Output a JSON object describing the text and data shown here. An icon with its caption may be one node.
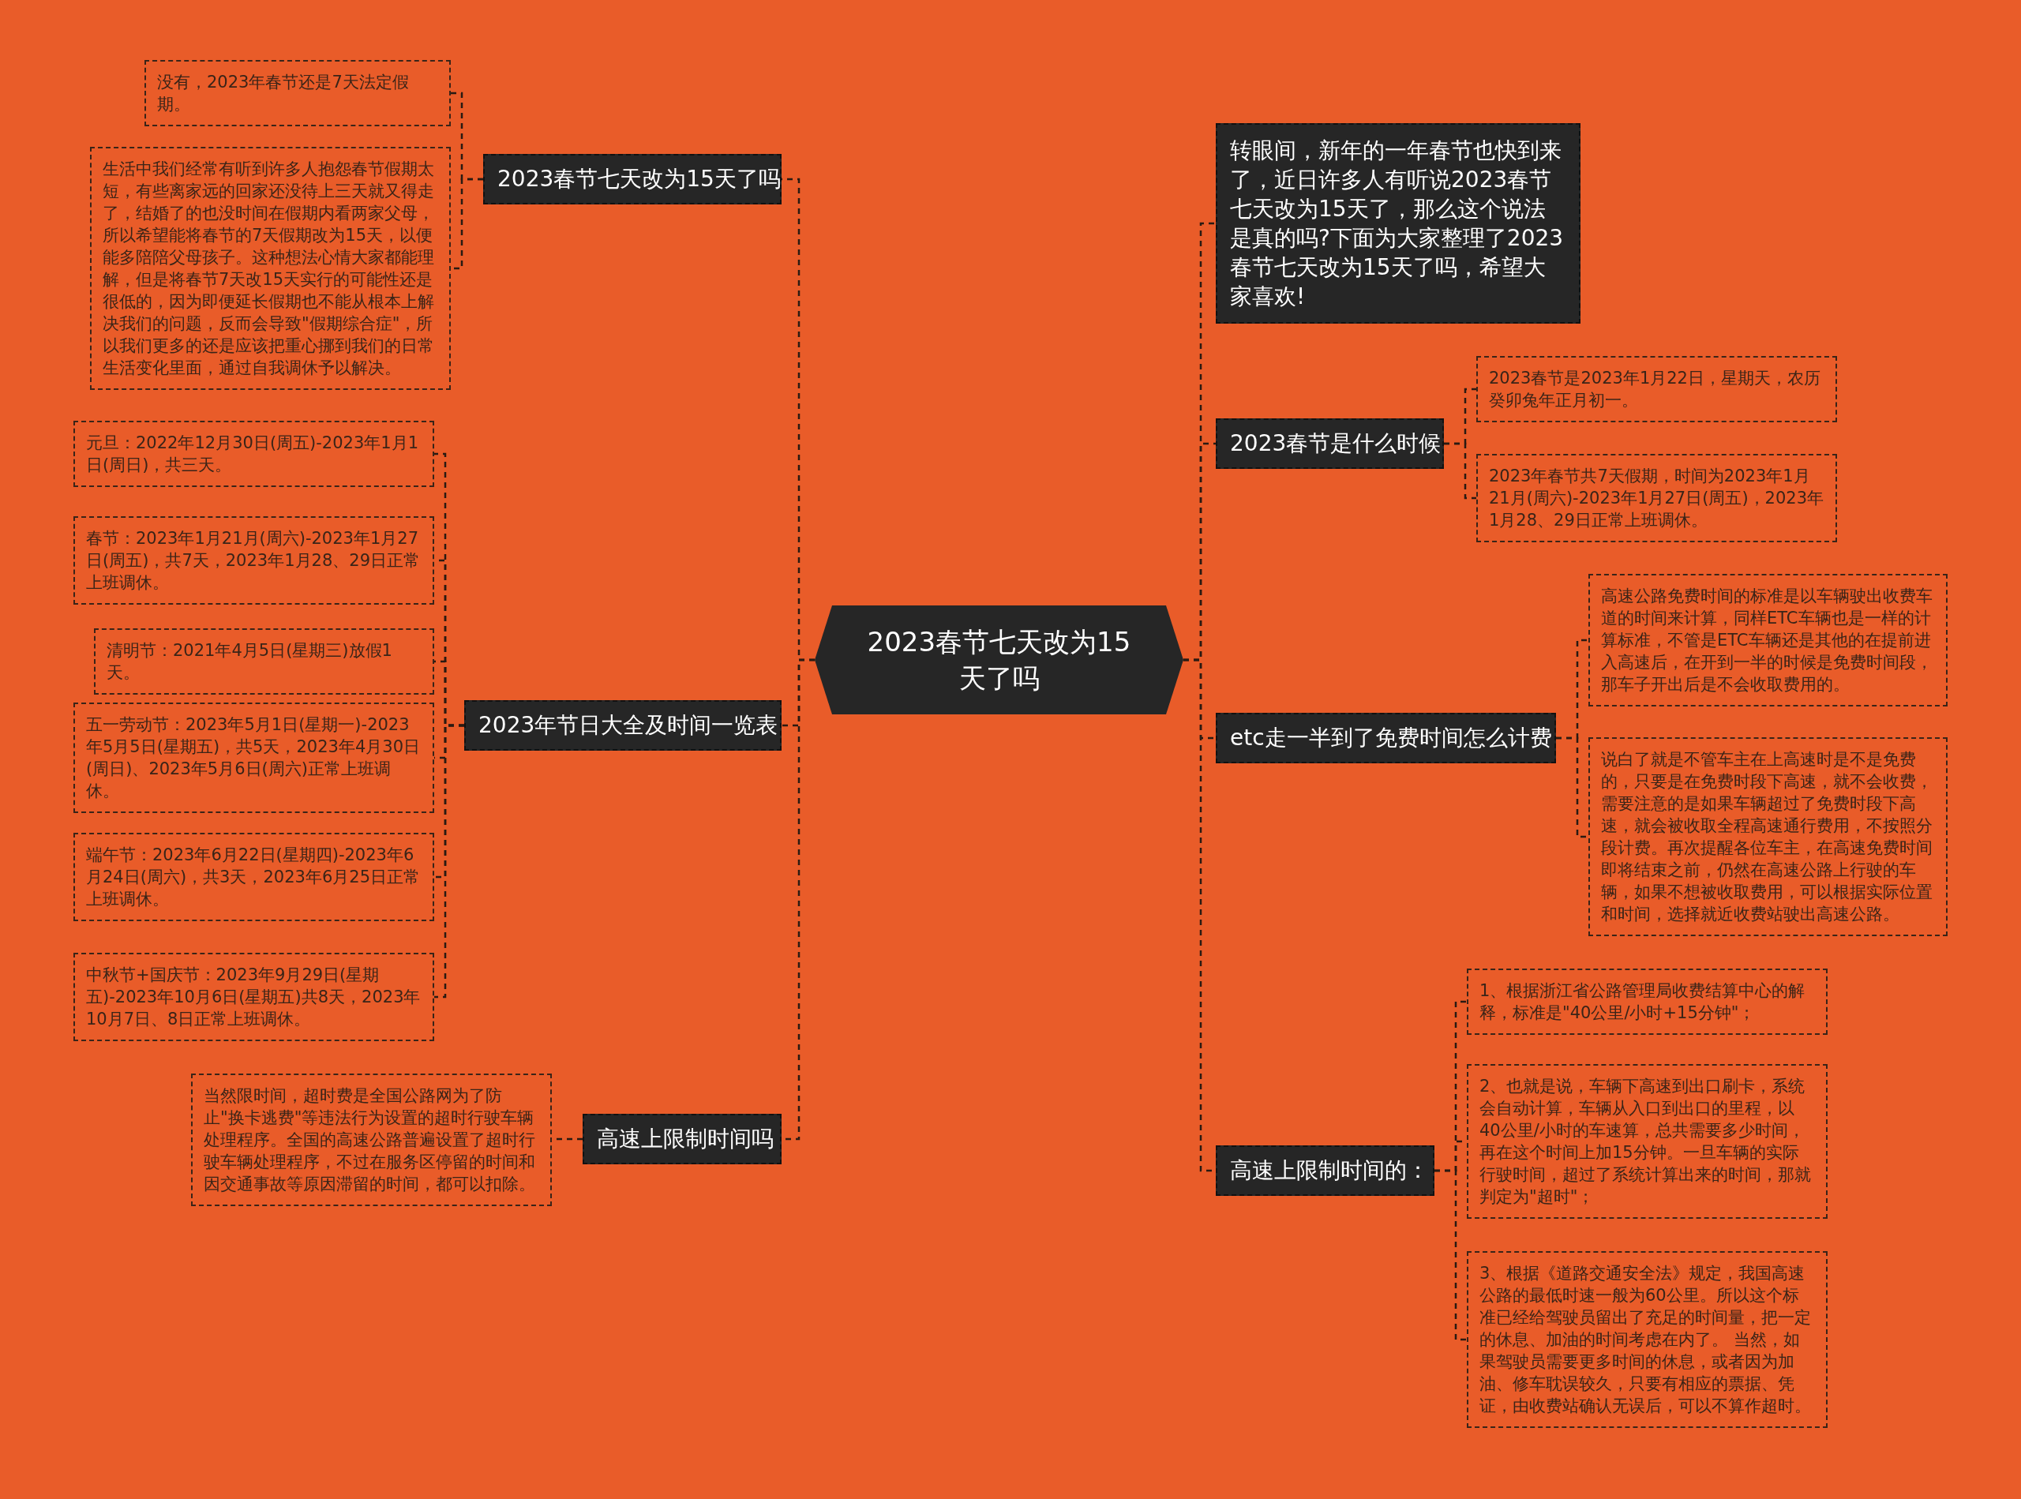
{
  "diagram": {
    "nodes": [
      {
        "text": [
          "2023春节七天改为15天了吗"
        ]
      },
      {
        "text": [
          "2023春节七天改为15天了吗"
        ]
      },
      {
        "text": [
          "没有，2023年春节还是7天法定假期。"
        ]
      },
      {
        "text": [
          "生活中我们经常有听到许多人抱怨春节假期太短，有些离家远的回家还没待上三天就又得走了，结婚了的也没时间在假期内看两家父母，所以希望能将春节的7天假期改为15天，以便能多陪陪父母孩子。这种想法心情大家都能理解，但是将春节7天改15天实行的可能性还是很低的，因为即便延长假期也不能从根本上解决我们的问题，反而会导致\"假期综合症\"，所以我们更多的还是应该把重心挪到我们的日常生活变化里面，通过自我调休予以解决。"
        ]
      },
      {
        "text": [
          "2023年节日大全及时间一览表"
        ]
      },
      {
        "text": [
          "元旦：2022年12月30日(周五)-2023年1月1日(周日)，共三天。"
        ]
      },
      {
        "text": [
          "春节：2023年1月21月(周六)-2023年1月27日(周五)，共7天，2023年1月28、29日正常上班调休。"
        ]
      },
      {
        "text": [
          "清明节：2021年4月5日(星期三)放假1天。"
        ]
      },
      {
        "text": [
          "五一劳动节：2023年5月1日(星期一)-2023年5月5日(星期五)，共5天，2023年4月30日(周日)、2023年5月6日(周六)正常上班调休。"
        ]
      },
      {
        "text": [
          "端午节：2023年6月22日(星期四)-2023年6月24日(周六)，共3天，2023年6月25日正常上班调休。"
        ]
      },
      {
        "text": [
          "中秋节+国庆节：2023年9月29日(星期五)-2023年10月6日(星期五)共8天，2023年10月7日、8日正常上班调休。"
        ]
      },
      {
        "text": [
          "高速上限制时间吗"
        ]
      },
      {
        "text": [
          "当然限时间，超时费是全国公路网为了防止\"换卡逃费\"等违法行为设置的超时行驶车辆处理程序。全国的高速公路普遍设置了超时行驶车辆处理程序，不过在服务区停留的时间和因交通事故等原因滞留的时间，都可以扣除。"
        ]
      },
      {
        "text": [
          "转眼间，新年的一年春节也快到来了，近日许多人有听说2023春节七天改为15天了，那么这个说法是真的吗?下面为大家整理了2023春节七天改为15天了吗，希望大家喜欢!"
        ]
      },
      {
        "text": [
          "2023春节是什么时候"
        ]
      },
      {
        "text": [
          "2023春节是2023年1月22日，星期天，农历癸卯兔年正月初一。"
        ]
      },
      {
        "text": [
          "2023年春节共7天假期，时间为2023年1月21月(周六)-2023年1月27日(周五)，2023年1月28、29日正常上班调休。"
        ]
      },
      {
        "text": [
          "etc走一半到了免费时间怎么计费"
        ]
      },
      {
        "text": [
          "高速公路免费时间的标准是以车辆驶出收费车道的时间来计算，同样ETC车辆也是一样的计算标准，不管是ETC车辆还是其他的在提前进入高速后，在开到一半的时候是免费时间段，那车子开出后是不会收取费用的。"
        ]
      },
      {
        "text": [
          "说白了就是不管车主在上高速时是不是免费的，只要是在免费时段下高速，就不会收费，需要注意的是如果车辆超过了免费时段下高速，就会被收取全程高速通行费用，不按照分段计费。再次提醒各位车主，在高速免费时间即将结束之前，仍然在高速公路上行驶的车辆，如果不想被收取费用，可以根据实际位置和时间，选择就近收费站驶出高速公路。"
        ]
      },
      {
        "text": [
          "高速上限制时间的："
        ]
      },
      {
        "text": [
          "1、根据浙江省公路管理局收费结算中心的解释，标准是\"40公里/小时+15分钟\"；"
        ]
      },
      {
        "text": [
          "2、也就是说，车辆下高速到出口刷卡，系统会自动计算，车辆从入口到出口的里程，以40公里/小时的车速算，总共需要多少时间，再在这个时间上加15分钟。一旦车辆的实际行驶时间，超过了系统计算出来的时间，那就判定为\"超时\"；"
        ]
      },
      {
        "text": [
          "3、根据《道路交通安全法》规定，我国高速公路的最低时速一般为60公里。所以这个标准已经给驾驶员留出了充足的时间量，把一定的休息、加油的时间考虑在内了。 当然，如果驾驶员需要更多时间的休息，或者因为加油、修车耽误较久，只要有相应的票据、凭证，由收费站确认无误后，可以不算作超时。"
        ]
      }
    ],
    "edges": [
      {
        "from": 0,
        "to": 1,
        "arrow": "none"
      },
      {
        "from": 1,
        "to": 2,
        "arrow": "none"
      },
      {
        "from": 1,
        "to": 3,
        "arrow": "none"
      },
      {
        "from": 0,
        "to": 4,
        "arrow": "none"
      },
      {
        "from": 4,
        "to": 5,
        "arrow": "none"
      },
      {
        "from": 4,
        "to": 6,
        "arrow": "none"
      },
      {
        "from": 4,
        "to": 7,
        "arrow": "none"
      },
      {
        "from": 4,
        "to": 8,
        "arrow": "none"
      },
      {
        "from": 4,
        "to": 9,
        "arrow": "none"
      },
      {
        "from": 4,
        "to": 10,
        "arrow": "none"
      },
      {
        "from": 0,
        "to": 11,
        "arrow": "none"
      },
      {
        "from": 11,
        "to": 12,
        "arrow": "none"
      },
      {
        "from": 0,
        "to": 13,
        "arrow": "none"
      },
      {
        "from": 0,
        "to": 14,
        "arrow": "none"
      },
      {
        "from": 14,
        "to": 15,
        "arrow": "none"
      },
      {
        "from": 14,
        "to": 16,
        "arrow": "none"
      },
      {
        "from": 0,
        "to": 17,
        "arrow": "none"
      },
      {
        "from": 17,
        "to": 18,
        "arrow": "none"
      },
      {
        "from": 17,
        "to": 19,
        "arrow": "none"
      },
      {
        "from": 0,
        "to": 20,
        "arrow": "none"
      },
      {
        "from": 20,
        "to": 21,
        "arrow": "none"
      },
      {
        "from": 20,
        "to": 22,
        "arrow": "none"
      },
      {
        "from": 20,
        "to": 23,
        "arrow": "none"
      }
    ]
  }
}
